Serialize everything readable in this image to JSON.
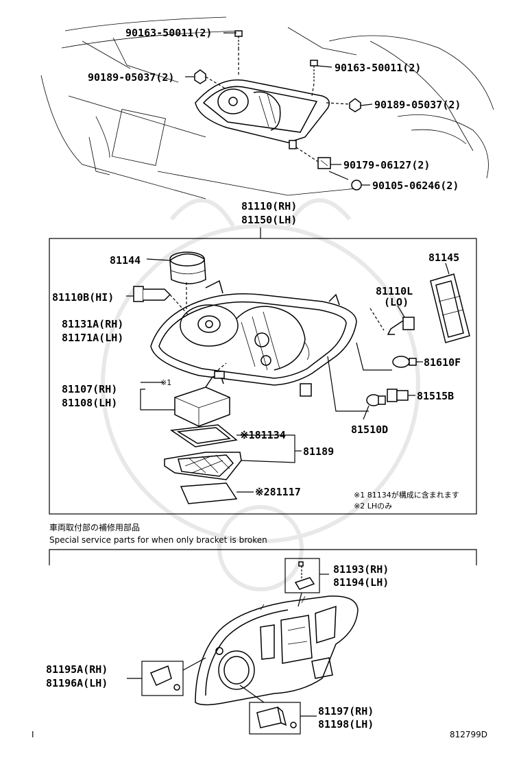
{
  "callouts": {
    "bolt_top_left": "90163-50011(2)",
    "nut_left": "90189-05037(2)",
    "bolt_top_right": "90163-50011(2)",
    "nut_right": "90189-05037(2)",
    "clip": "90179-06127(2)",
    "screw": "90105-06246(2)",
    "assy_rh": "81110(RH)",
    "assy_lh": "81150(LH)",
    "cap": "81144",
    "bulb_hi": "81110B(HI)",
    "housing_rh": "81131A(RH)",
    "housing_lh": "81171A(LH)",
    "bracket_side": "81145",
    "bulb_lo_num": "81110L",
    "bulb_lo_tag": "(LO)",
    "bulb_f": "81610F",
    "ballast_rh": "81107(RH)",
    "ballast_lh": "81108(LH)",
    "note1_mark": "※1",
    "socket_b": "81515B",
    "bulb_d": "81510D",
    "gasket": "※181134",
    "cover": "81189",
    "plate": "※281117",
    "bracket_top_rh": "81193(RH)",
    "bracket_top_lh": "81194(LH)",
    "bracket_left_rh": "81195A(RH)",
    "bracket_left_lh": "81196A(LH)",
    "bracket_bottom_rh": "81197(RH)",
    "bracket_bottom_lh": "81198(LH)"
  },
  "notes": {
    "note1": "※1 81134が構成に含まれます",
    "note2": "※2 LHのみ"
  },
  "section": {
    "title_jp": "車両取付部の補修用部品",
    "title_en": "Special service parts for when only bracket is broken"
  },
  "footer": {
    "left_mark": "I",
    "diagram_id": "812799D"
  }
}
